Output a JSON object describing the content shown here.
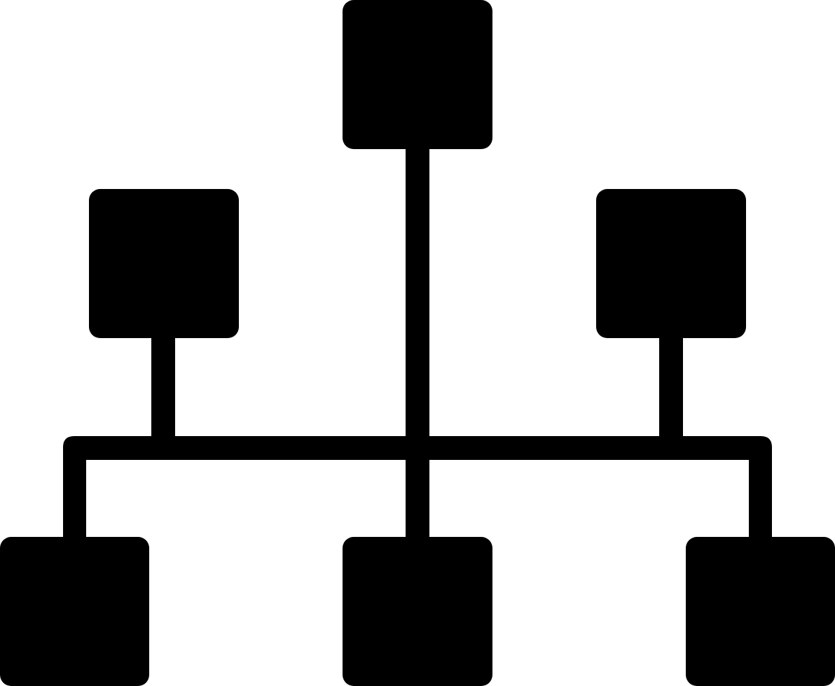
{
  "icon": {
    "name": "network-hierarchy-icon",
    "ink_color": "#000000",
    "background_color": "#ffffff"
  },
  "diagram": {
    "nodes": [
      {
        "id": "top-node"
      },
      {
        "id": "mid-left-node"
      },
      {
        "id": "mid-right-node"
      },
      {
        "id": "bottom-left-node"
      },
      {
        "id": "bottom-center-node"
      },
      {
        "id": "bottom-right-node"
      }
    ],
    "links": [
      {
        "from": "top-node",
        "to": "bus"
      },
      {
        "from": "mid-left-node",
        "to": "bus"
      },
      {
        "from": "mid-right-node",
        "to": "bus"
      },
      {
        "from": "bus",
        "to": "bottom-left-node"
      },
      {
        "from": "bus",
        "to": "bottom-center-node"
      },
      {
        "from": "bus",
        "to": "bottom-right-node"
      }
    ]
  }
}
